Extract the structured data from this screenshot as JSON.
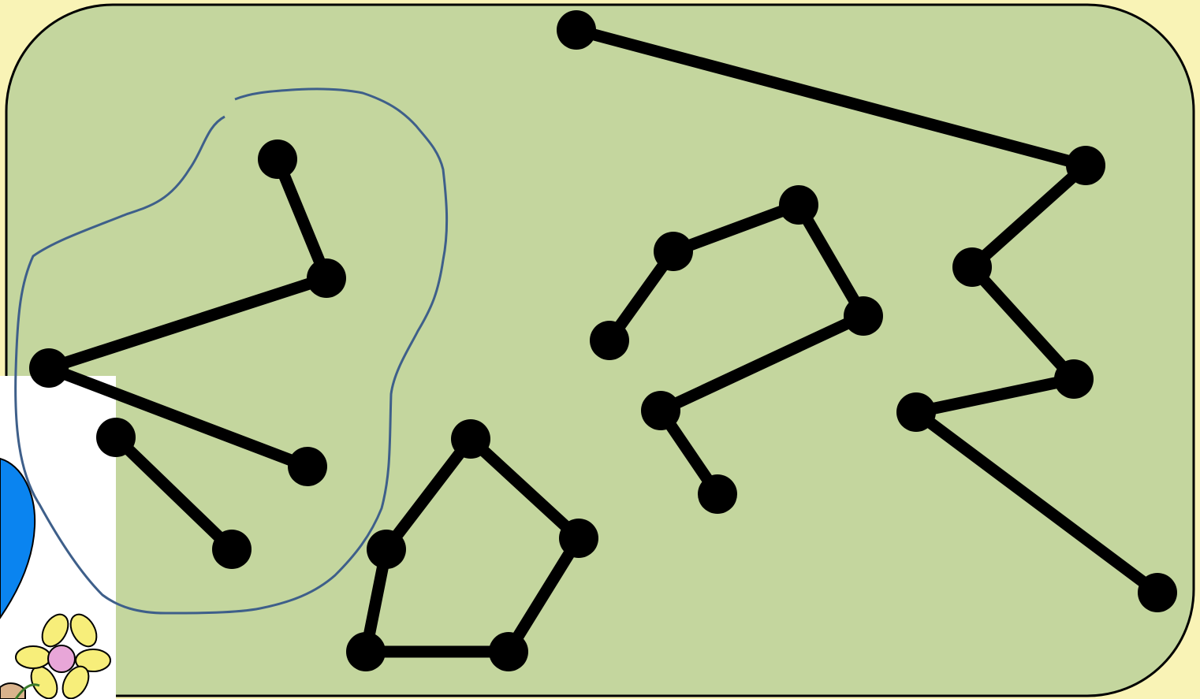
{
  "colors": {
    "page_background": "#f9f3b6",
    "board_fill": "#c4d69e",
    "board_stroke": "#000000",
    "line_color": "#000000",
    "dot_color": "#000000",
    "lasso_color": "#3e5f8a",
    "clipart_background": "#ffffff",
    "balloon_blue": "#0a84f0",
    "flower_petals": "#f7ee7a",
    "flower_center": "#e8a6d8"
  },
  "figures": [
    {
      "name": "figure-star",
      "encircled": true,
      "segments": 4
    },
    {
      "name": "figure-pentagon",
      "encircled": false,
      "segments": 5
    },
    {
      "name": "figure-zigzag-middle",
      "encircled": false,
      "segments": 5
    },
    {
      "name": "figure-zigzag-right",
      "encircled": false,
      "segments": 5
    }
  ],
  "clipart": {
    "icons": [
      "balloon-icon",
      "flower-icon"
    ]
  }
}
